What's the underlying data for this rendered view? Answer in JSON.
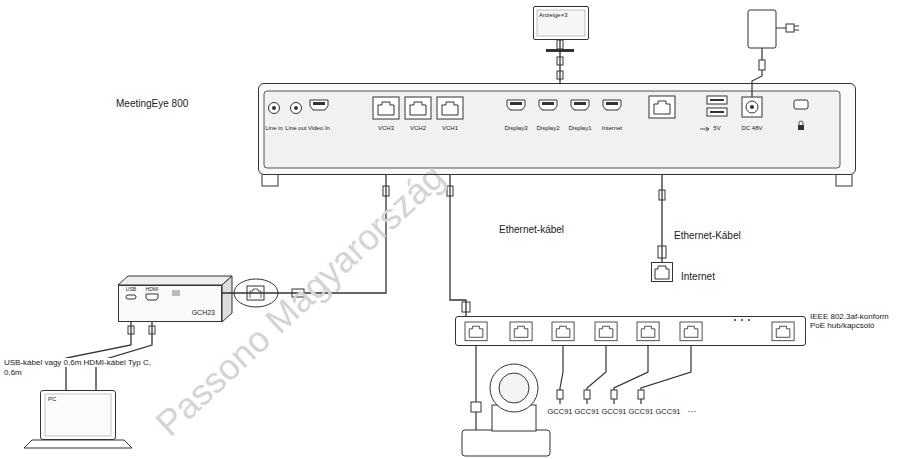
{
  "diagram": {
    "nodes": [
      {
        "text": [
          "MeetingEye 800"
        ]
      },
      {
        "text": [
          "Anzeige×3"
        ]
      },
      {
        "text": [
          "GCH23"
        ]
      },
      {
        "text": [
          "PC"
        ]
      },
      {
        "text": [
          "Internet"
        ]
      },
      {
        "text": [
          "IEEE 802.3af-konform PoE hub/kapcsoló"
        ]
      }
    ],
    "edges": [
      {
        "from": 0,
        "to": 1,
        "arrow": "none"
      },
      {
        "from": 0,
        "to": 2,
        "arrow": "none"
      },
      {
        "from": 0,
        "to": 4,
        "label": "Ethernet-Kábel",
        "arrow": "none"
      },
      {
        "from": 0,
        "to": 5,
        "label": "Ethernet-kábel",
        "arrow": "none"
      },
      {
        "from": 2,
        "to": 3,
        "arrow": "none"
      },
      {
        "from": 2,
        "to": 3,
        "arrow": "none"
      }
    ],
    "labels": [
      "Line in",
      "Line out",
      "Video In",
      "VCH3",
      "VCH2",
      "VCH1",
      "Display3",
      "Display2",
      "Display1",
      "Internet",
      "5V",
      "DC 48V",
      "USB",
      "HDMI",
      "USB-kábel vagy 0,6m HDMI-kábel Typ C,",
      "0,6m",
      "GCC91",
      "GCC91",
      "GCC91",
      "GCC91",
      "GCC91",
      "···",
      "Passono Magyarország"
    ]
  }
}
